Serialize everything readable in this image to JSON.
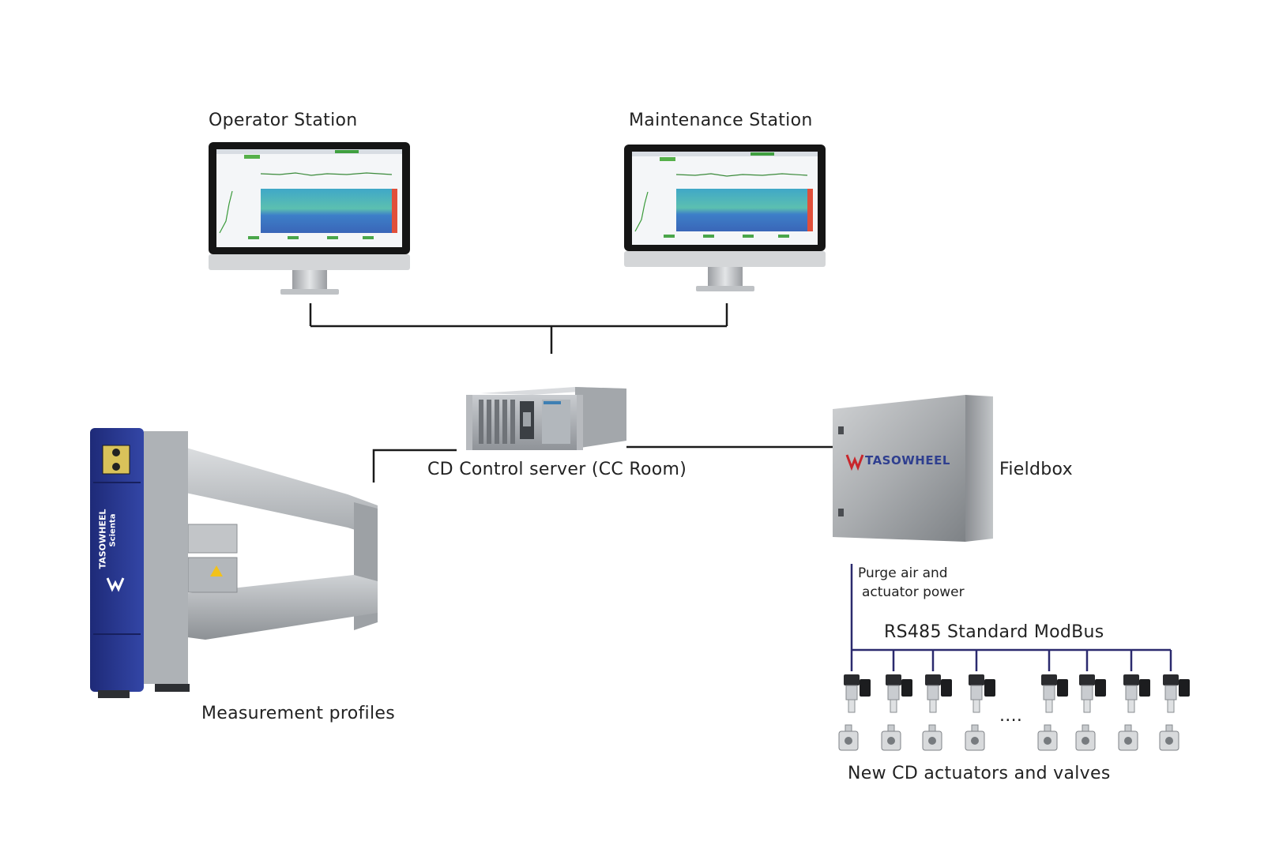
{
  "labels": {
    "operator_station": "Operator Station",
    "maintenance_station": "Maintenance Station",
    "cd_control_server": "CD Control server (CC Room)",
    "fieldbox": "Fieldbox",
    "measurement_profiles": "Measurement profiles",
    "purge_air_line1": "Purge air and",
    "purge_air_line2": "actuator power",
    "rs485_bus": "RS485 Standard ModBus",
    "ellipsis": "....",
    "actuators_valves": "New CD actuators and valves"
  },
  "brand": {
    "fieldbox_logo": "TASOWHEEL",
    "scanner_logo_main": "TASOWHEEL",
    "scanner_logo_sub": "Scienta"
  },
  "colors": {
    "wire": "#1a1a1a",
    "bus": "#2b2a6e",
    "scanner_blue": "#26358f",
    "logo_red": "#c8262b",
    "logo_blue": "#2f3f8f",
    "steel": "#b9bcc0"
  },
  "actuator_groups": [
    {
      "count": 4
    },
    {
      "count": 4
    }
  ]
}
